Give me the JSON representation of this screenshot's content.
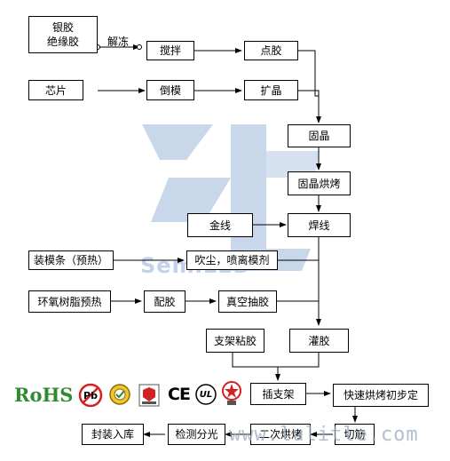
{
  "nodes": {
    "silver_glue_line1": "银胶",
    "silver_glue_line2": "绝缘胶",
    "stir": "搅拌",
    "dispense": "点胶",
    "chip": "芯片",
    "invert": "倒模",
    "expand": "扩晶",
    "die_bond": "固晶",
    "die_bond_bake": "固晶烘烤",
    "gold_wire": "金线",
    "wire_bond": "焊线",
    "mold_strip": "装模条（预热）",
    "dust_spray": "吹尘，喷离模剂",
    "epoxy_preheat": "环氧树脂预热",
    "mix_glue": "配胶",
    "vacuum": "真空抽胶",
    "holder_glue": "支架粘胶",
    "potting": "灌胶",
    "insert_holder": "插支架",
    "fast_cure": "快速烘烤初步定",
    "second_bake": "二次烘烤",
    "cut": "切筋",
    "test_sort": "检测分光",
    "pack": "封装入库"
  },
  "labels": {
    "thaw": "解冻"
  },
  "certifications": {
    "rohs": "RoHS",
    "pb": "Pb",
    "ce": "CE",
    "ul": "UL"
  },
  "watermark": {
    "brand": "SemiLED",
    "site": "www.lulitle.com"
  },
  "colors": {
    "rohs_green": "#2e8b2e",
    "pb_red": "#d42020",
    "watermark_blue": "#9fb6d8"
  }
}
